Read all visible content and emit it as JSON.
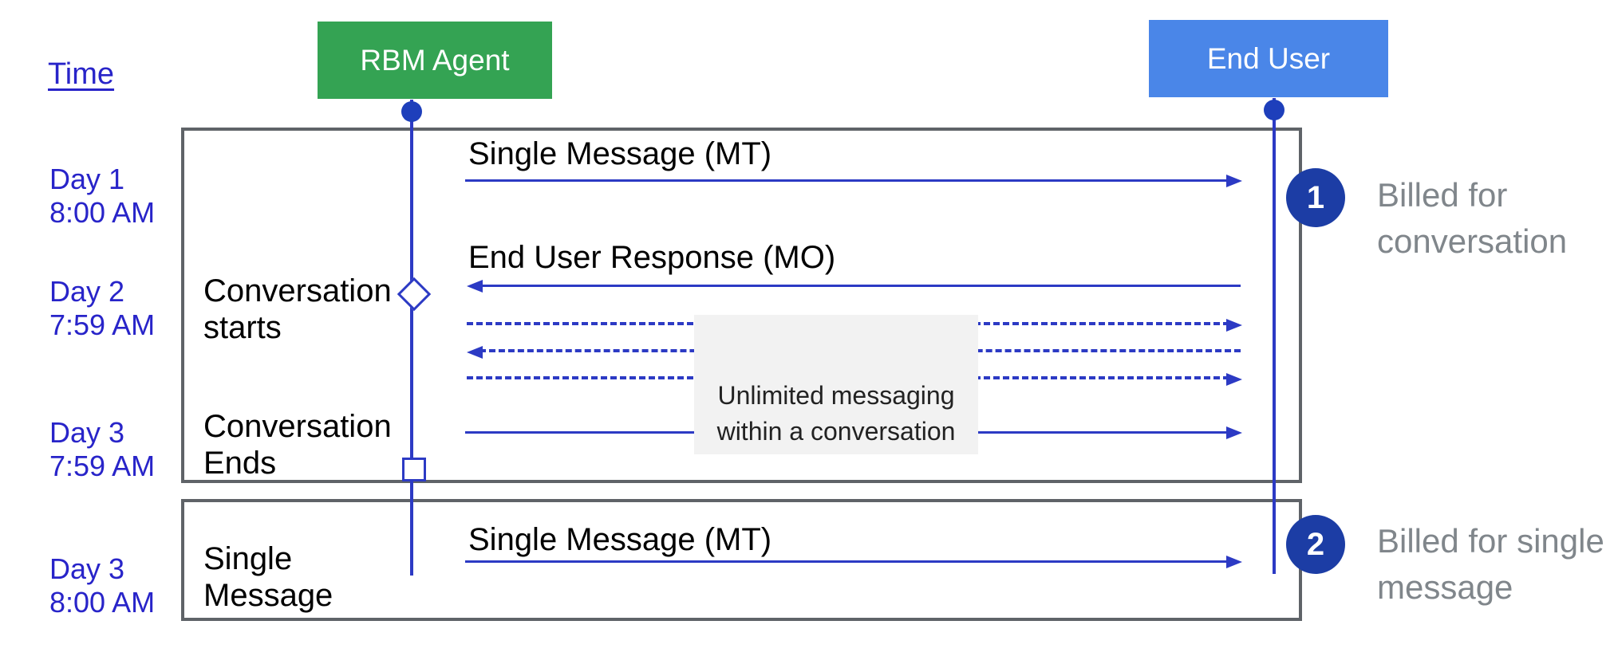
{
  "header": {
    "time_label": "Time"
  },
  "actors": {
    "agent": {
      "label": "RBM Agent"
    },
    "end_user": {
      "label": "End User"
    }
  },
  "timeline": [
    {
      "label": "Day 1\n8:00 AM"
    },
    {
      "label": "Day 2\n7:59 AM"
    },
    {
      "label": "Day 3\n7:59 AM"
    },
    {
      "label": "Day 3\n8:00 AM"
    }
  ],
  "events": {
    "conversation_starts": "Conversation\nstarts",
    "conversation_ends": "Conversation\nEnds",
    "single_message": "Single\nMessage"
  },
  "messages": {
    "mt_first": "Single Message (MT)",
    "mo_response": "End User Response (MO)",
    "mt_single": "Single Message (MT)",
    "unlimited_note": "Unlimited messaging\nwithin a conversation"
  },
  "annotations": [
    {
      "number": "1",
      "label": "Billed for\nconversation"
    },
    {
      "number": "2",
      "label": "Billed for single\nmessage"
    }
  ],
  "colors": {
    "agent_green": "#34a353",
    "user_blue": "#4a86e8",
    "line_blue": "#2c3ac4",
    "badge_blue": "#1c3da5",
    "frame_gray": "#5f6368",
    "note_gray": "#80868b",
    "infobox_bg": "#f2f2f2",
    "label_blue": "#2824c9"
  }
}
